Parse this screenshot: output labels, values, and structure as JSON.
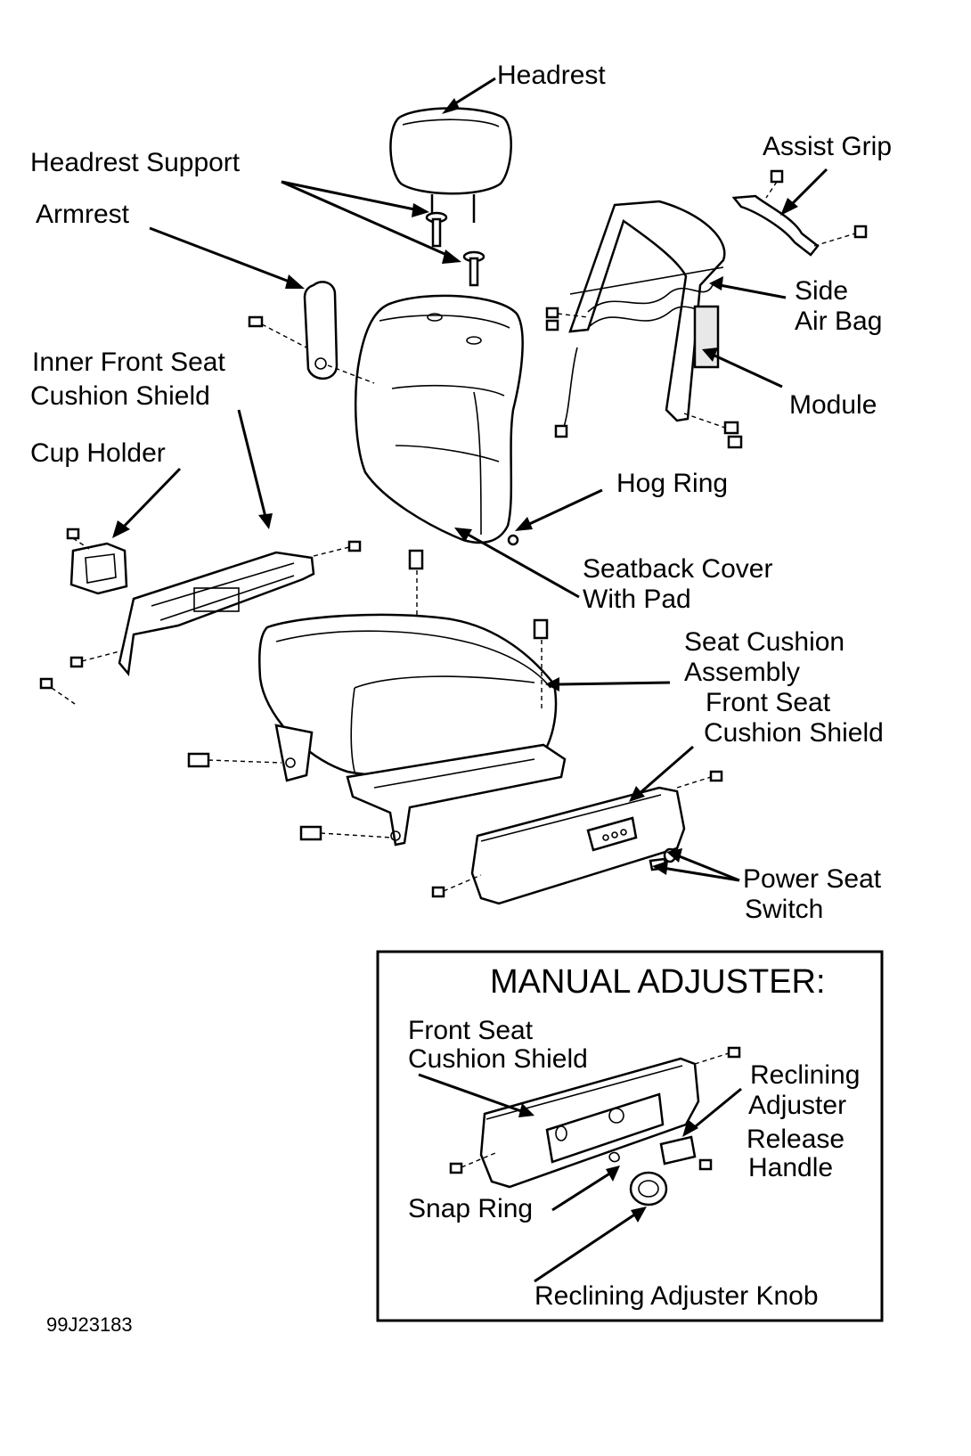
{
  "labels": {
    "headrest": "Headrest",
    "headrest_support": "Headrest Support",
    "armrest": "Armrest",
    "assist_grip": "Assist Grip",
    "side_air_bag_1": "Side",
    "side_air_bag_2": "Air Bag",
    "module": "Module",
    "inner_shield_1": "Inner Front Seat",
    "inner_shield_2": "Cushion Shield",
    "cup_holder": "Cup Holder",
    "hog_ring": "Hog Ring",
    "seatback_cover_1": "Seatback Cover",
    "seatback_cover_2": "With Pad",
    "seat_cushion_1": "Seat Cushion",
    "seat_cushion_2": "Assembly",
    "front_shield_1": "Front Seat",
    "front_shield_2": "Cushion Shield",
    "power_seat_1": "Power Seat",
    "power_seat_2": "Switch"
  },
  "manual_adjuster": {
    "title": "MANUAL ADJUSTER:",
    "front_shield_1": "Front Seat",
    "front_shield_2": "Cushion Shield",
    "release_1": "Reclining",
    "release_2": "Adjuster",
    "release_3": "Release",
    "release_4": "Handle",
    "snap_ring": "Snap Ring",
    "knob": "Reclining Adjuster Knob"
  },
  "figure_id": "99J23183"
}
